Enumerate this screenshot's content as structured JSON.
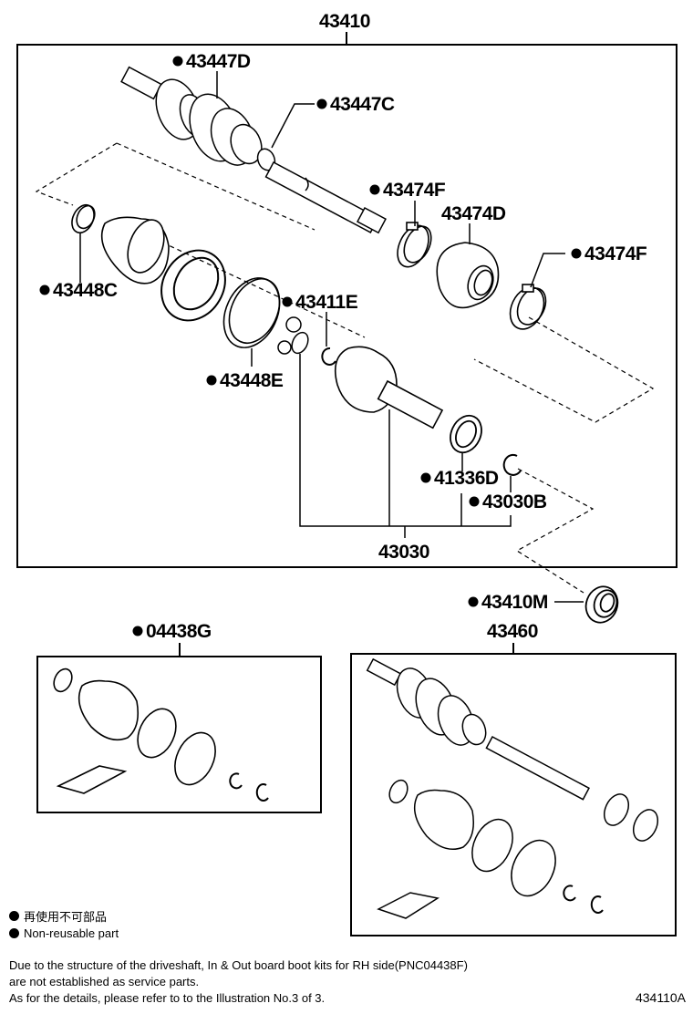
{
  "diagram": {
    "type": "exploded-parts-illustration",
    "subject": "Front drive shaft assembly",
    "main_assembly": {
      "part_no": "43410",
      "components": [
        {
          "part_no": "43447D",
          "non_reusable": true
        },
        {
          "part_no": "43447C",
          "non_reusable": true
        },
        {
          "part_no": "43474F",
          "non_reusable": true
        },
        {
          "part_no": "43474D",
          "non_reusable": false
        },
        {
          "part_no": "43474F",
          "non_reusable": true
        },
        {
          "part_no": "43448C",
          "non_reusable": true
        },
        {
          "part_no": "43411E",
          "non_reusable": true
        },
        {
          "part_no": "43448E",
          "non_reusable": true
        },
        {
          "part_no": "41336D",
          "non_reusable": true
        },
        {
          "part_no": "43030B",
          "non_reusable": true
        }
      ],
      "sub_assembly": {
        "part_no": "43030"
      }
    },
    "separate_part": {
      "part_no": "43410M",
      "non_reusable": true
    },
    "boot_kit": {
      "part_no": "04438G",
      "non_reusable": true
    },
    "rh_assembly": {
      "part_no": "43460"
    }
  },
  "labels": {
    "l43410": "43410",
    "l43447D": "43447D",
    "l43447C": "43447C",
    "l43474F_1": "43474F",
    "l43474D": "43474D",
    "l43474F_2": "43474F",
    "l43448C": "43448C",
    "l43411E": "43411E",
    "l43448E": "43448E",
    "l41336D": "41336D",
    "l43030B": "43030B",
    "l43030": "43030",
    "l43410M": "43410M",
    "l04438G": "04438G",
    "l43460": "43460"
  },
  "legend": {
    "japanese": "再使用不可部品",
    "english": "Non-reusable part"
  },
  "notes": [
    "Due to the structure of the driveshaft, In & Out board  boot kits for RH side(PNC04438F)",
    "are not established as service parts.",
    "As for the details, please refer to to the Illustration No.3 of 3."
  ],
  "illustration_id": "434110A"
}
